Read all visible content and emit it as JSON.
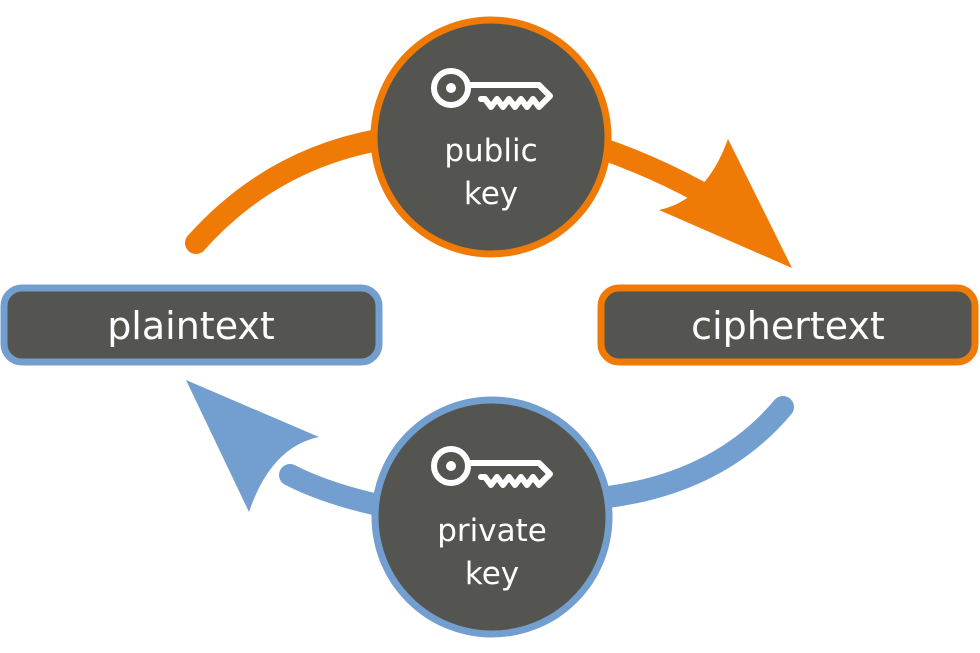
{
  "nodes": {
    "plaintext": {
      "label": "plaintext"
    },
    "ciphertext": {
      "label": "ciphertext"
    },
    "public_key": {
      "line1": "public",
      "line2": "key"
    },
    "private_key": {
      "line1": "private",
      "line2": "key"
    }
  },
  "edges": [
    {
      "from": "plaintext",
      "to": "ciphertext",
      "via": "public_key"
    },
    {
      "from": "ciphertext",
      "to": "plaintext",
      "via": "private_key"
    }
  ],
  "colors": {
    "public": "#f07a06",
    "private": "#729fcf",
    "node_fill": "#545550",
    "text": "#ffffff"
  },
  "icons": {
    "public_key": "key-icon",
    "private_key": "key-icon"
  }
}
